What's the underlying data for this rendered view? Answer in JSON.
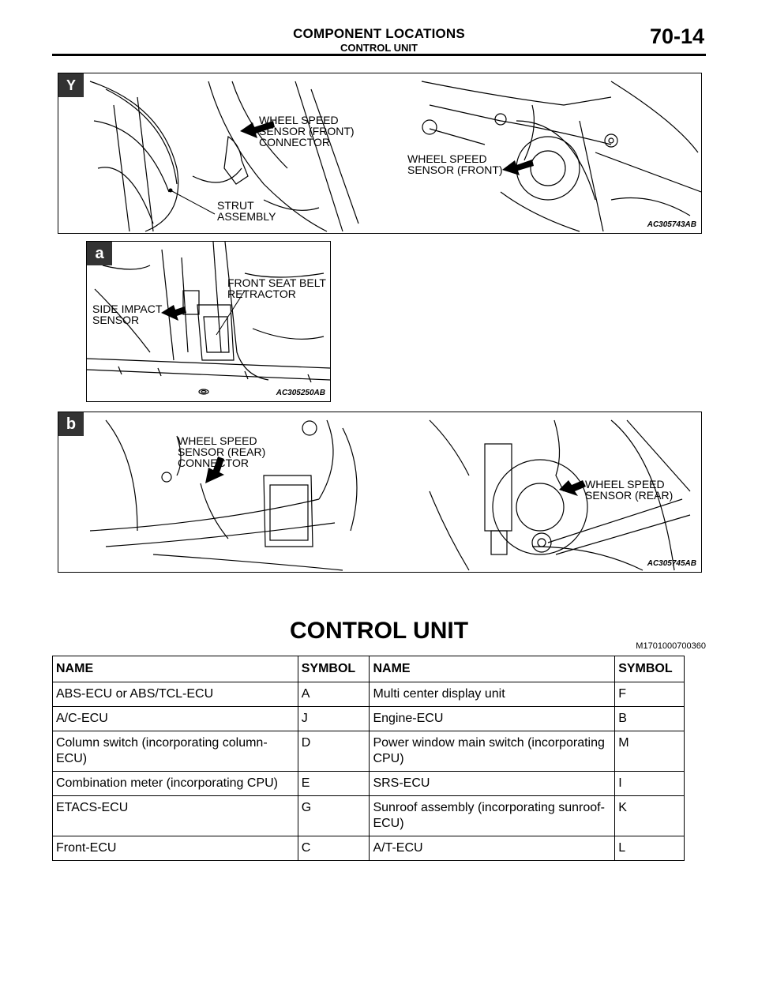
{
  "header": {
    "title": "COMPONENT LOCATIONS",
    "subtitle": "CONTROL UNIT",
    "page": "70-14"
  },
  "figures": {
    "y": {
      "tag": "Y",
      "code": "AC305743AB",
      "callouts": {
        "wss_front_connector": "WHEEL SPEED\nSENSOR (FRONT)\nCONNECTOR",
        "strut": "STRUT\nASSEMBLY",
        "wss_front": "WHEEL SPEED\nSENSOR (FRONT)"
      }
    },
    "a": {
      "tag": "a",
      "code": "AC305250AB",
      "callouts": {
        "seat_belt": "FRONT SEAT BELT\nRETRACTOR",
        "side_impact": "SIDE IMPACT\nSENSOR"
      }
    },
    "b": {
      "tag": "b",
      "code": "AC305745AB",
      "callouts": {
        "wss_rear_connector": "WHEEL SPEED\nSENSOR (REAR)\nCONNECTOR",
        "wss_rear": "WHEEL SPEED\nSENSOR (REAR)"
      }
    }
  },
  "section": {
    "title": "CONTROL UNIT",
    "id": "M1701000700360"
  },
  "table": {
    "headers": [
      "NAME",
      "SYMBOL",
      "NAME",
      "SYMBOL"
    ],
    "rows": [
      [
        "ABS-ECU or ABS/TCL-ECU",
        "A",
        "Multi center display unit",
        "F"
      ],
      [
        "A/C-ECU",
        "J",
        "Engine-ECU",
        "B"
      ],
      [
        "Column switch (incorporating column-ECU)",
        "D",
        "Power window main switch (incorporating CPU)",
        "M"
      ],
      [
        "Combination meter (incorporating CPU)",
        "E",
        "SRS-ECU",
        "I"
      ],
      [
        "ETACS-ECU",
        "G",
        "Sunroof assembly (incorporating sunroof-ECU)",
        "K"
      ],
      [
        "Front-ECU",
        "C",
        "A/T-ECU",
        "L"
      ]
    ]
  }
}
